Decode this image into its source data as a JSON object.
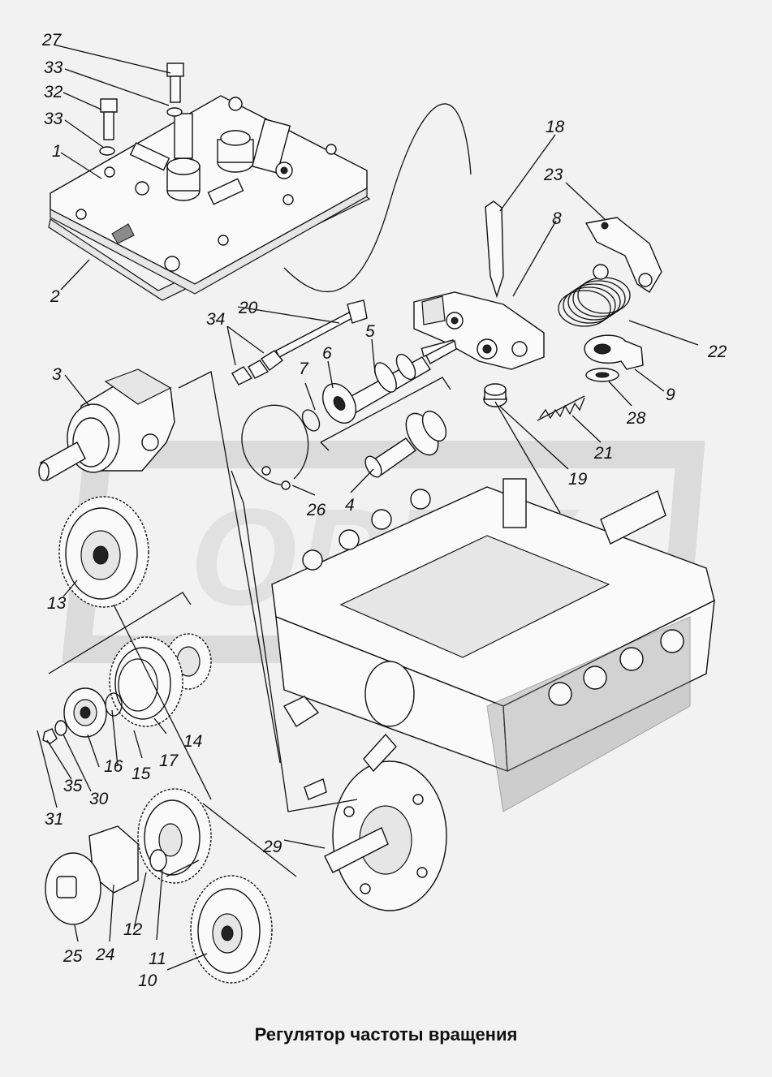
{
  "caption": "Регулятор частоты вращения",
  "watermark_text": "OPEX",
  "labels": {
    "l1": "1",
    "l2": "2",
    "l3": "3",
    "l4": "4",
    "l5": "5",
    "l6": "6",
    "l7": "7",
    "l8": "8",
    "l9": "9",
    "l10": "10",
    "l11": "11",
    "l12": "12",
    "l13": "13",
    "l14": "14",
    "l15": "15",
    "l16": "16",
    "l17": "17",
    "l18": "18",
    "l19": "19",
    "l20": "20",
    "l21": "21",
    "l22": "22",
    "l23": "23",
    "l24": "24",
    "l25": "25",
    "l26": "26",
    "l27": "27",
    "l28": "28",
    "l29": "29",
    "l30": "30",
    "l31": "31",
    "l32": "32",
    "l33a": "33",
    "l33b": "33",
    "l34": "34",
    "l35": "35"
  }
}
